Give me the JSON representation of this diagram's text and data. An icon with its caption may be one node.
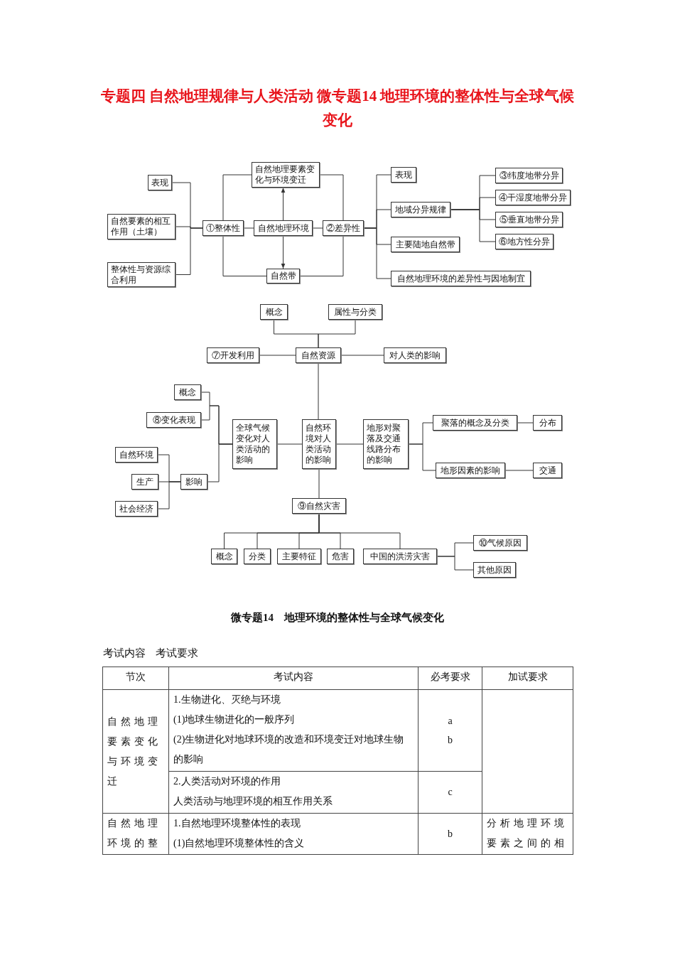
{
  "diagram": {
    "title": "专题四 自然地理规律与人类活动 微专题14 地理环境的整体性与全球气候变化",
    "nodes": [
      {
        "text": [
          "表现"
        ]
      },
      {
        "text": [
          "自然要素的相互作用（土壤）"
        ]
      },
      {
        "text": [
          "整体性与资源综合利用"
        ]
      },
      {
        "text": [
          "自然地理要素变化与环境变迁"
        ]
      },
      {
        "text": [
          "①整体性"
        ]
      },
      {
        "text": [
          "自然地理环境"
        ]
      },
      {
        "text": [
          "②差异性"
        ]
      },
      {
        "text": [
          "自然带"
        ]
      },
      {
        "text": [
          "表现"
        ]
      },
      {
        "text": [
          "地域分异规律"
        ]
      },
      {
        "text": [
          "主要陆地自然带"
        ]
      },
      {
        "text": [
          "自然地理环境的差异性与因地制宜"
        ]
      },
      {
        "text": [
          "③纬度地带分异"
        ]
      },
      {
        "text": [
          "④干湿度地带分异"
        ]
      },
      {
        "text": [
          "⑤垂直地带分异"
        ]
      },
      {
        "text": [
          "⑥地方性分异"
        ]
      },
      {
        "text": [
          "概念"
        ]
      },
      {
        "text": [
          "属性与分类"
        ]
      },
      {
        "text": [
          "⑦开发利用"
        ]
      },
      {
        "text": [
          "自然资源"
        ]
      },
      {
        "text": [
          "对人类的影响"
        ]
      },
      {
        "text": [
          "概念"
        ]
      },
      {
        "text": [
          "⑧变化表现"
        ]
      },
      {
        "text": [
          "全球气候变化对人类活动的影响"
        ]
      },
      {
        "text": [
          "自然环境对人类活动的影响"
        ]
      },
      {
        "text": [
          "地形对聚落及交通线路分布的影响"
        ]
      },
      {
        "text": [
          "聚落的概念及分类"
        ]
      },
      {
        "text": [
          "分布"
        ]
      },
      {
        "text": [
          "地形因素的影响"
        ]
      },
      {
        "text": [
          "交通"
        ]
      },
      {
        "text": [
          "自然环境"
        ]
      },
      {
        "text": [
          "生产"
        ]
      },
      {
        "text": [
          "影响"
        ]
      },
      {
        "text": [
          "社会经济"
        ]
      },
      {
        "text": [
          "⑨自然灾害"
        ]
      },
      {
        "text": [
          "概念"
        ]
      },
      {
        "text": [
          "分类"
        ]
      },
      {
        "text": [
          "主要特征"
        ]
      },
      {
        "text": [
          "危害"
        ]
      },
      {
        "text": [
          "中国的洪涝灾害"
        ]
      },
      {
        "text": [
          "⑩气候原因"
        ]
      },
      {
        "text": [
          "其他原因"
        ]
      }
    ],
    "edges": [
      {
        "from": 0,
        "to": 4,
        "arrow": "none"
      },
      {
        "from": 1,
        "to": 4,
        "arrow": "none"
      },
      {
        "from": 2,
        "to": 4,
        "arrow": "none"
      },
      {
        "from": 4,
        "to": 5,
        "arrow": "none"
      },
      {
        "from": 5,
        "to": 6,
        "arrow": "none"
      },
      {
        "from": 5,
        "to": 3,
        "arrow": "to"
      },
      {
        "from": 5,
        "to": 7,
        "arrow": "to"
      },
      {
        "from": 4,
        "to": 3,
        "arrow": "none"
      },
      {
        "from": 3,
        "to": 6,
        "arrow": "none"
      },
      {
        "from": 4,
        "to": 7,
        "arrow": "none"
      },
      {
        "from": 7,
        "to": 6,
        "arrow": "none"
      },
      {
        "from": 6,
        "to": 8,
        "arrow": "none"
      },
      {
        "from": 6,
        "to": 9,
        "arrow": "none"
      },
      {
        "from": 6,
        "to": 10,
        "arrow": "none"
      },
      {
        "from": 6,
        "to": 11,
        "arrow": "none"
      },
      {
        "from": 9,
        "to": 12,
        "arrow": "none"
      },
      {
        "from": 9,
        "to": 13,
        "arrow": "none"
      },
      {
        "from": 9,
        "to": 14,
        "arrow": "none"
      },
      {
        "from": 9,
        "to": 15,
        "arrow": "none"
      },
      {
        "from": 16,
        "to": 19,
        "arrow": "none"
      },
      {
        "from": 17,
        "to": 19,
        "arrow": "none"
      },
      {
        "from": 18,
        "to": 19,
        "arrow": "none"
      },
      {
        "from": 19,
        "to": 20,
        "arrow": "none"
      },
      {
        "from": 19,
        "to": 24,
        "arrow": "none"
      },
      {
        "from": 21,
        "to": 23,
        "arrow": "none"
      },
      {
        "from": 22,
        "to": 23,
        "arrow": "none"
      },
      {
        "from": 32,
        "to": 23,
        "arrow": "none"
      },
      {
        "from": 30,
        "to": 32,
        "arrow": "none"
      },
      {
        "from": 31,
        "to": 32,
        "arrow": "none"
      },
      {
        "from": 33,
        "to": 32,
        "arrow": "none"
      },
      {
        "from": 23,
        "to": 24,
        "arrow": "none"
      },
      {
        "from": 24,
        "to": 25,
        "arrow": "none"
      },
      {
        "from": 25,
        "to": 26,
        "arrow": "none"
      },
      {
        "from": 25,
        "to": 28,
        "arrow": "none"
      },
      {
        "from": 26,
        "to": 27,
        "arrow": "none"
      },
      {
        "from": 28,
        "to": 29,
        "arrow": "none"
      },
      {
        "from": 24,
        "to": 34,
        "arrow": "none"
      },
      {
        "from": 34,
        "to": 35,
        "arrow": "none"
      },
      {
        "from": 34,
        "to": 36,
        "arrow": "none"
      },
      {
        "from": 34,
        "to": 37,
        "arrow": "none"
      },
      {
        "from": 34,
        "to": 38,
        "arrow": "none"
      },
      {
        "from": 34,
        "to": 39,
        "arrow": "none"
      },
      {
        "from": 39,
        "to": 40,
        "arrow": "none"
      },
      {
        "from": 39,
        "to": 41,
        "arrow": "none"
      }
    ],
    "labels": [
      "微专题14　地理环境的整体性与全球气候变化",
      "考试内容",
      "考试要求",
      "节次",
      "考试内容",
      "必考要求",
      "加试要求",
      "自然地理要素变化与环境变迁",
      "1.生物进化、灭绝与环境",
      "(1)地球生物进化的一般序列",
      "(2)生物进化对地球环境的改造和环境变迁对地球生物的影响",
      "a",
      "b",
      "2.人类活动对环境的作用",
      "人类活动与地理环境的相互作用关系",
      "c",
      "自然地理环境的整",
      "1.自然地理环境整体性的表现",
      "(1)自然地理环境整体性的含义",
      "b",
      "分析地理环境要素之间的相"
    ]
  }
}
